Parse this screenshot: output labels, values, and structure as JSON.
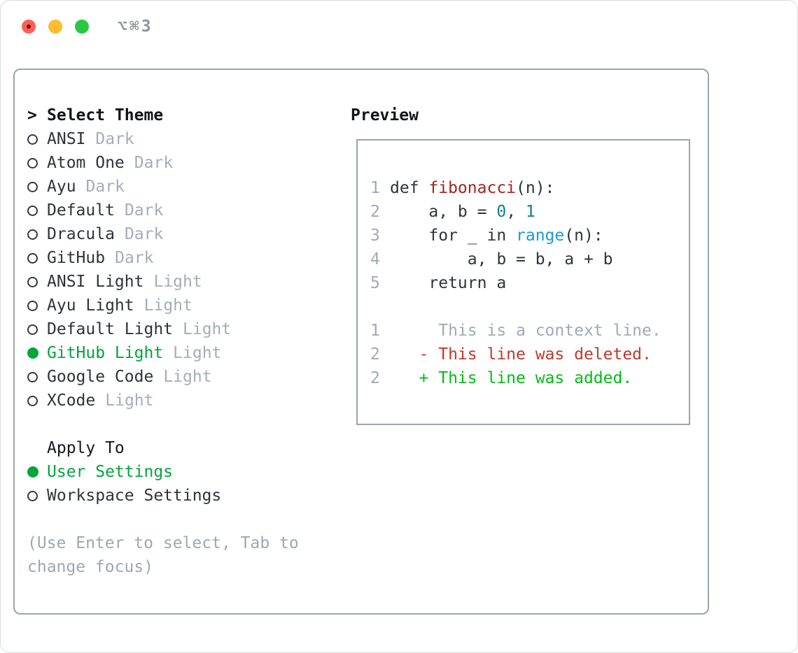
{
  "window": {
    "title": "⌥⌘3"
  },
  "colors": {
    "accent_green": "#00a53c",
    "added_green": "#00bd13",
    "deleted_red": "#c4372a",
    "function_red": "#a5231d",
    "number_teal": "#0f7e8a",
    "builtin_blue": "#1a9ad6",
    "muted_gray": "#9fa9b6",
    "text_dark": "#2e343b",
    "panel_border": "#9aa4b0",
    "traffic_red": "#ff5f57",
    "traffic_yellow": "#febc2e",
    "traffic_green": "#28c840"
  },
  "theme_panel": {
    "header_prefix": ">",
    "header": "Select Theme",
    "items": [
      {
        "name": "ANSI",
        "variant": "Dark",
        "selected": false
      },
      {
        "name": "Atom One",
        "variant": "Dark",
        "selected": false
      },
      {
        "name": "Ayu",
        "variant": "Dark",
        "selected": false
      },
      {
        "name": "Default",
        "variant": "Dark",
        "selected": false
      },
      {
        "name": "Dracula",
        "variant": "Dark",
        "selected": false
      },
      {
        "name": "GitHub",
        "variant": "Dark",
        "selected": false
      },
      {
        "name": "ANSI Light",
        "variant": "Light",
        "selected": false
      },
      {
        "name": "Ayu Light",
        "variant": "Light",
        "selected": false
      },
      {
        "name": "Default Light",
        "variant": "Light",
        "selected": false
      },
      {
        "name": "GitHub Light",
        "variant": "Light",
        "selected": true
      },
      {
        "name": "Google Code",
        "variant": "Light",
        "selected": false
      },
      {
        "name": "XCode",
        "variant": "Light",
        "selected": false
      }
    ],
    "apply_to": {
      "header": "Apply To",
      "options": [
        {
          "name": "User Settings",
          "selected": true
        },
        {
          "name": "Workspace Settings",
          "selected": false
        }
      ]
    },
    "hint_lines": [
      "(Use Enter to select, Tab to",
      "change focus)"
    ]
  },
  "preview": {
    "header": "Preview",
    "lines": [
      {
        "kind": "code",
        "num": "1",
        "tokens": [
          {
            "t": "def ",
            "c": "code"
          },
          {
            "t": "fibonacci",
            "c": "func"
          },
          {
            "t": "(n):",
            "c": "code"
          }
        ]
      },
      {
        "kind": "code",
        "num": "2",
        "tokens": [
          {
            "t": "    a, b = ",
            "c": "code"
          },
          {
            "t": "0",
            "c": "num"
          },
          {
            "t": ", ",
            "c": "code"
          },
          {
            "t": "1",
            "c": "num"
          }
        ]
      },
      {
        "kind": "code",
        "num": "3",
        "tokens": [
          {
            "t": "    for _ in ",
            "c": "code"
          },
          {
            "t": "range",
            "c": "builtin"
          },
          {
            "t": "(n):",
            "c": "code"
          }
        ]
      },
      {
        "kind": "code",
        "num": "4",
        "tokens": [
          {
            "t": "        a, b = b, a + b",
            "c": "code"
          }
        ]
      },
      {
        "kind": "code",
        "num": "5",
        "tokens": [
          {
            "t": "    return a",
            "c": "code"
          }
        ]
      },
      {
        "kind": "blank",
        "num": "",
        "tokens": []
      },
      {
        "kind": "diff-context",
        "num": "1",
        "tokens": [
          {
            "t": "     This is a context line.",
            "c": "context"
          }
        ]
      },
      {
        "kind": "diff-deleted",
        "num": "2",
        "tokens": [
          {
            "t": "   - This line was deleted.",
            "c": "deleted"
          }
        ]
      },
      {
        "kind": "diff-added",
        "num": "2",
        "tokens": [
          {
            "t": "   + This line was added.",
            "c": "added"
          }
        ]
      }
    ]
  }
}
